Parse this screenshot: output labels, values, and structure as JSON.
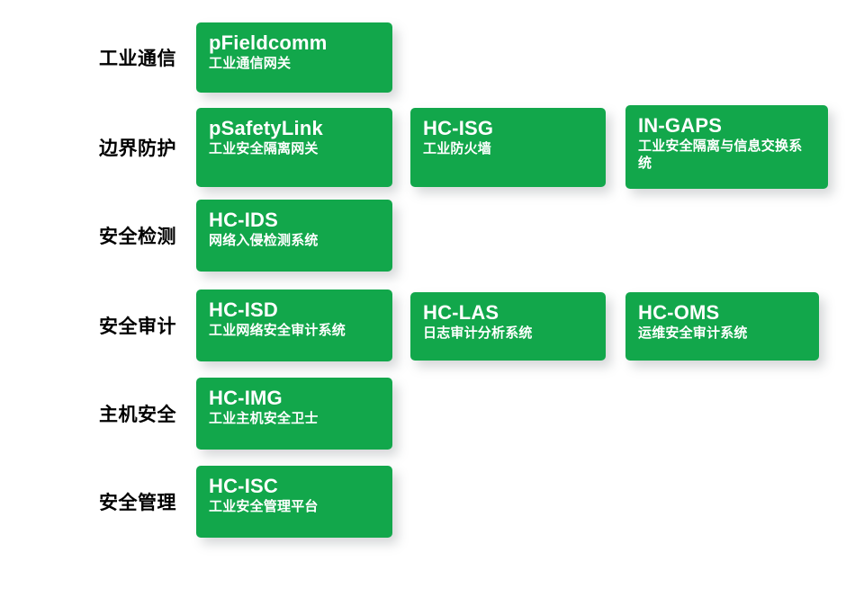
{
  "diagram": {
    "accent_color": "#12a74b",
    "background_color": "#ffffff",
    "label_color": "#000000",
    "card_text_color": "#ffffff",
    "rows": [
      {
        "label": "工业通信",
        "cards": [
          {
            "title": "pFieldcomm",
            "subtitle": "工业通信网关"
          }
        ]
      },
      {
        "label": "边界防护",
        "cards": [
          {
            "title": "pSafetyLink",
            "subtitle": "工业安全隔离网关"
          },
          {
            "title": "HC-ISG",
            "subtitle": "工业防火墙"
          },
          {
            "title": "IN-GAPS",
            "subtitle": "工业安全隔离与信息交换系统"
          }
        ]
      },
      {
        "label": "安全检测",
        "cards": [
          {
            "title": "HC-IDS",
            "subtitle": "网络入侵检测系统"
          }
        ]
      },
      {
        "label": "安全审计",
        "cards": [
          {
            "title": "HC-ISD",
            "subtitle": "工业网络安全审计系统"
          },
          {
            "title": "HC-LAS",
            "subtitle": "日志审计分析系统"
          },
          {
            "title": "HC-OMS",
            "subtitle": "运维安全审计系统"
          }
        ]
      },
      {
        "label": "主机安全",
        "cards": [
          {
            "title": "HC-IMG",
            "subtitle": "工业主机安全卫士"
          }
        ]
      },
      {
        "label": "安全管理",
        "cards": [
          {
            "title": "HC-ISC",
            "subtitle": "工业安全管理平台"
          }
        ]
      }
    ]
  }
}
